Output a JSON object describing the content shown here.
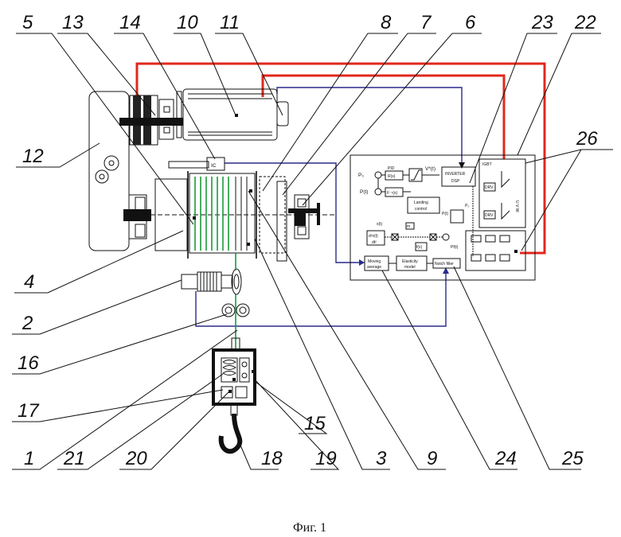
{
  "caption": "Фиг. 1",
  "callouts": {
    "n1": "1",
    "n2": "2",
    "n3": "3",
    "n4": "4",
    "n5": "5",
    "n6": "6",
    "n7": "7",
    "n8": "8",
    "n9": "9",
    "n10": "10",
    "n11": "11",
    "n12": "12",
    "n13": "13",
    "n14": "14",
    "n15": "15",
    "n16": "16",
    "n17": "17",
    "n18": "18",
    "n19": "19",
    "n20": "20",
    "n21": "21",
    "n22": "22",
    "n23": "23",
    "n24": "24",
    "n25": "25",
    "n26": "26"
  },
  "control_block": {
    "p0": "P₀",
    "pid": "PID",
    "rs": "R(s)",
    "v_star": "V*(t)",
    "inverter_l1": "INVERTER",
    "inverter_l2": "DSP",
    "pt_left": "P(t)",
    "f_inv": "F⁻¹(s)",
    "landing_l1": "Landing",
    "landing_l2": "control",
    "pt_right": "P(t)",
    "p0_right": "P₀",
    "xt": "x(t)",
    "deriv_top": "d²x(t)",
    "deriv_bot": "dt²",
    "fx": "f(x)",
    "m": "m",
    "pf": "Pf(t)",
    "moving_l1": "Moving",
    "moving_l2": "average",
    "elasticity_l1": "Elasticity",
    "elasticity_l2": "model",
    "notch": "Notch filter",
    "igbt": "IGBT",
    "drv1": "DRV",
    "drv2": "DRV",
    "uvw": "U V W",
    "sensor_ic": "IC"
  }
}
